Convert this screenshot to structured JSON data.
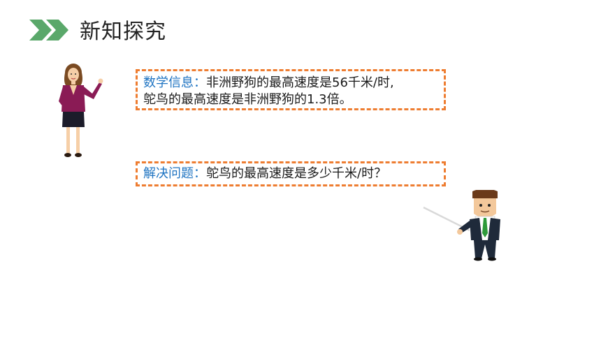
{
  "header": {
    "title": "新知探究",
    "icon": "double-chevron-icon",
    "accent_color": "#5aa86a"
  },
  "info_box": {
    "label": "数学信息：",
    "line1": "非洲野狗的最高速度是56千米/时,",
    "line2": "鸵鸟的最高速度是非洲野狗的1.3倍。"
  },
  "question_box": {
    "label": "解决问题：",
    "text": "鸵鸟的最高速度是多少千米/时？"
  },
  "colors": {
    "border": "#ee7d31",
    "label": "#1f74c2"
  }
}
